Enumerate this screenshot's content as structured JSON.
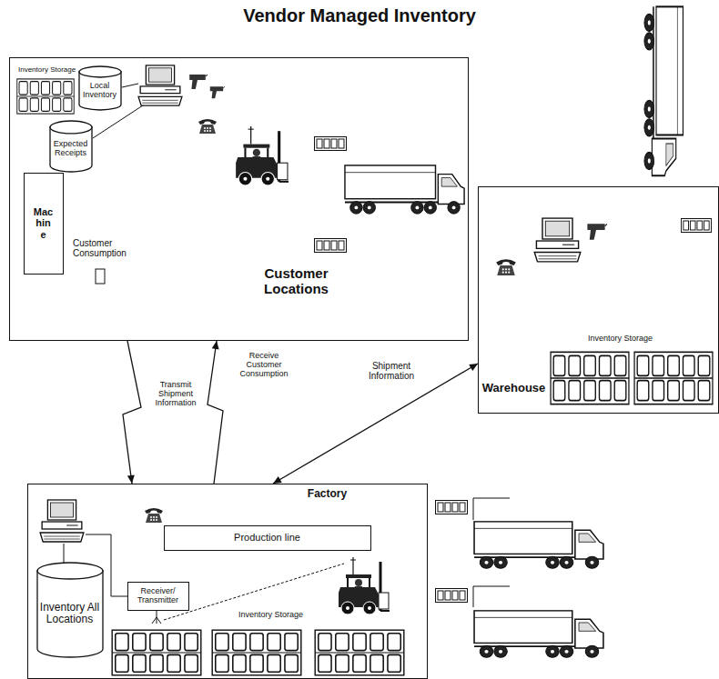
{
  "diagram": {
    "title": "Vendor Managed Inventory",
    "nodes": [
      {
        "text": [
          "Customer Locations"
        ]
      },
      {
        "text": [
          "Local Inventory"
        ],
        "in": 0
      },
      {
        "text": [
          "Expected Receipts"
        ],
        "in": 0
      },
      {
        "text": [
          "Machine"
        ],
        "in": 0
      },
      {
        "text": [
          "Warehouse"
        ]
      },
      {
        "text": [
          "Factory"
        ]
      },
      {
        "text": [
          "Production line"
        ],
        "in": 5
      },
      {
        "text": [
          "Receiver/ Transmitter"
        ],
        "in": 5
      },
      {
        "text": [
          "Inventory All Locations"
        ],
        "in": 5
      }
    ],
    "edges": [
      {
        "from": 0,
        "to": 5,
        "arrow": "to",
        "label": "Transmit Shipment Information"
      },
      {
        "from": 5,
        "to": 0,
        "arrow": "to",
        "label": "Receive Customer Consumption"
      },
      {
        "from": 5,
        "to": 4,
        "arrow": "both",
        "label": "Shipment Information"
      }
    ],
    "labels": [
      "Inventory Storage",
      "Customer Consumption",
      "Inventory Storage",
      "Inventory Storage"
    ]
  }
}
